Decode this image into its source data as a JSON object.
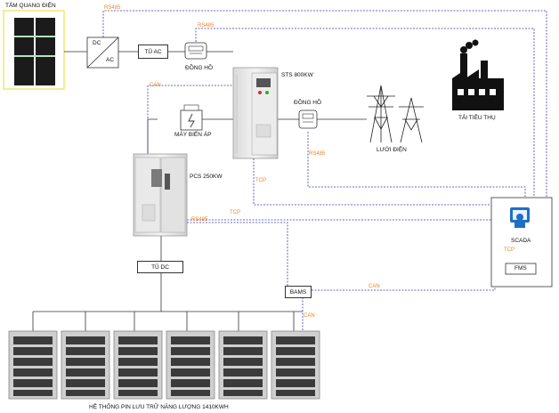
{
  "labels": {
    "solar_panel": "TẤM QUANG ĐIỆN",
    "dc": "DC",
    "ac": "AC",
    "ac_cabinet": "TỦ AC",
    "meter_top": "ĐỒNG HỒ",
    "sts": "STS 800KW",
    "meter_right": "ĐỒNG HỒ",
    "load": "TẢI TIÊU THỤ",
    "transformer": "MÁY BIẾN ÁP",
    "grid": "LƯỚI ĐIỆN",
    "pcs": "PCS 250KW",
    "scada": "SCADA",
    "fms": "FMS",
    "dc_cabinet": "TỦ DC",
    "bams": "BAMS",
    "storage": "HỆ THỐNG PIN LƯU TRỮ NĂNG LƯỢNG 1410KWH"
  },
  "protocols": {
    "rs485_solar": "RS485",
    "rs485_meter": "RS485",
    "can_top": "CAN",
    "rs485_right": "RS485",
    "tcp_sts": "TCP",
    "tcp_pcs": "TCP",
    "rs485_pcs": "RS485",
    "tcp_scada": "TCP",
    "can_bams": "CAN",
    "can_bottom": "CAN"
  },
  "colors": {
    "orange": "#e8862a",
    "blue_dashed": "#3a3aa8",
    "line": "#333333",
    "solar_border": "#f0e04a",
    "panel": "#1b1b1b"
  }
}
